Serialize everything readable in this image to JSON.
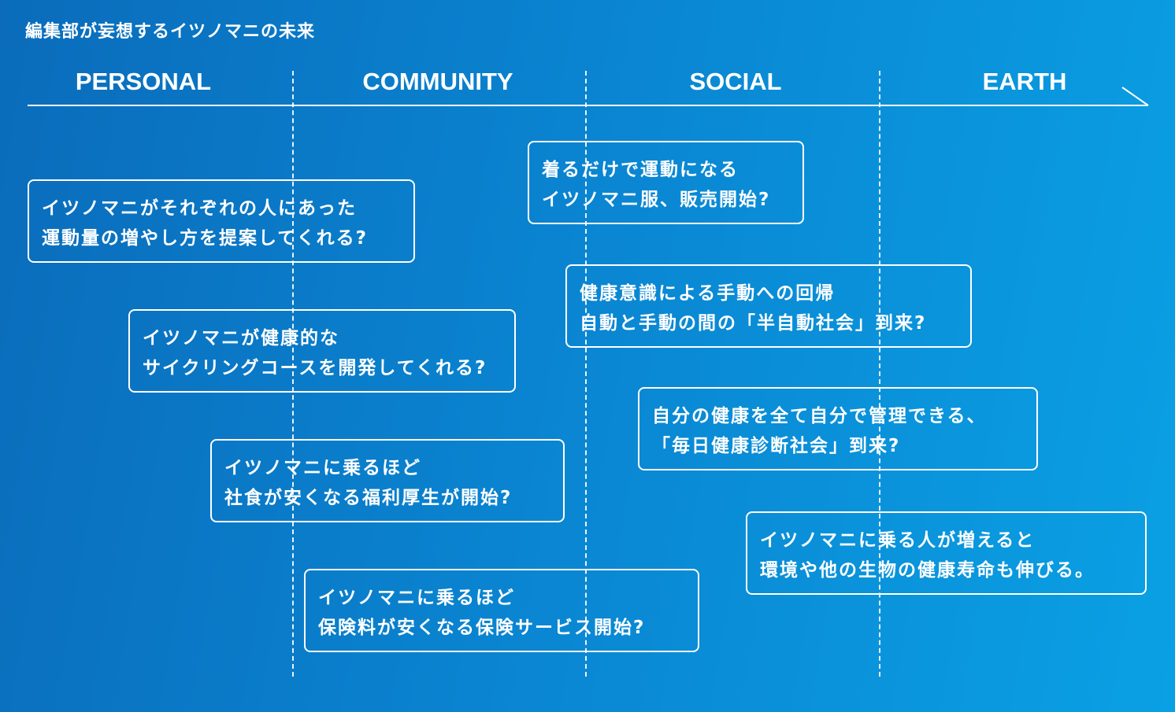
{
  "title": "編集部が妄想するイツノマニの未来",
  "categories": [
    "PERSONAL",
    "COMMUNITY",
    "SOCIAL",
    "EARTH"
  ],
  "boxes": [
    {
      "line1": "イツノマニがそれぞれの人にあった",
      "line2": "運動量の増やし方を提案してくれる?"
    },
    {
      "line1": "イツノマニが健康的な",
      "line2": "サイクリングコースを開発してくれる?"
    },
    {
      "line1": "イツノマニに乗るほど",
      "line2": "社食が安くなる福利厚生が開始?"
    },
    {
      "line1": "イツノマニに乗るほど",
      "line2": "保険料が安くなる保険サービス開始?"
    },
    {
      "line1": "着るだけで運動になる",
      "line2": "イツノマニ服、販売開始?"
    },
    {
      "line1": "健康意識による手動への回帰",
      "line2": "自動と手動の間の「半自動社会」到来?"
    },
    {
      "line1": "自分の健康を全て自分で管理できる、",
      "line2": "「毎日健康診断社会」到来?"
    },
    {
      "line1": "イツノマニに乗る人が増えると",
      "line2": "環境や他の生物の健康寿命も伸びる。"
    }
  ]
}
